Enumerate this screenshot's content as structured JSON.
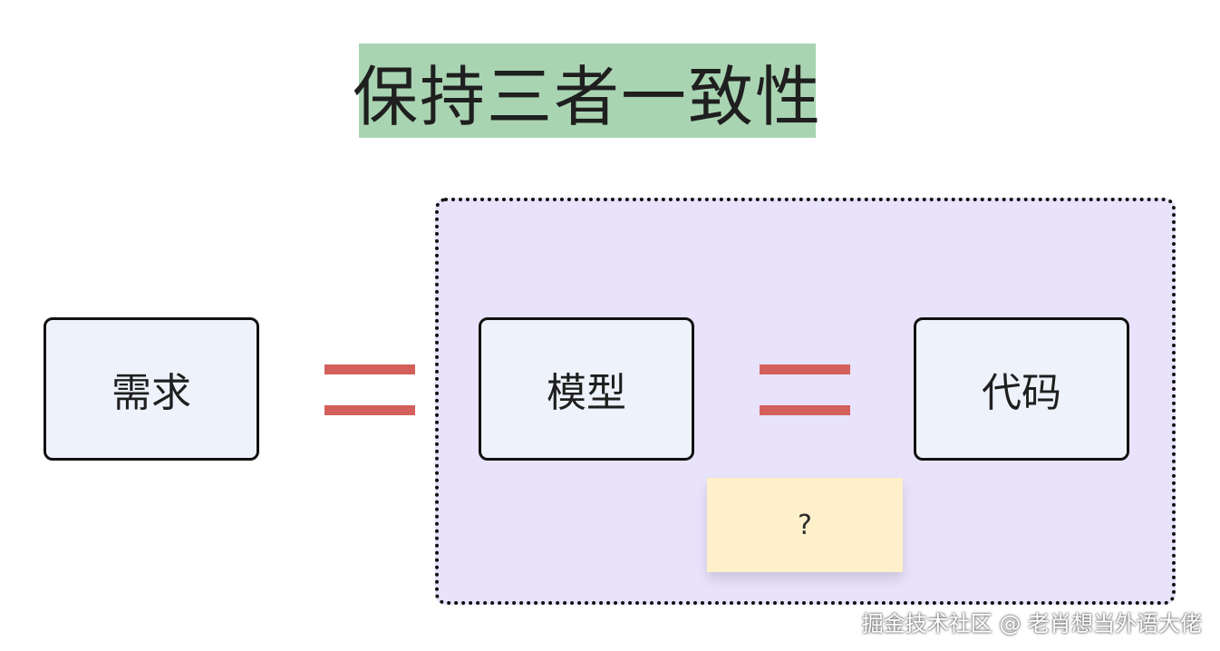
{
  "title": "保持三者一致性",
  "nodes": {
    "requirement": "需求",
    "model": "模型",
    "code": "代码"
  },
  "sticky_note": "?",
  "watermark": "掘金技术社区 @ 老肖想当外语大佬",
  "colors": {
    "title_background": "#a9d4b2",
    "group_background": "#e8e2fb",
    "node_background": "#eef2fb",
    "equals_sign": "#d4605c",
    "sticky_background": "#fdf0ca"
  }
}
